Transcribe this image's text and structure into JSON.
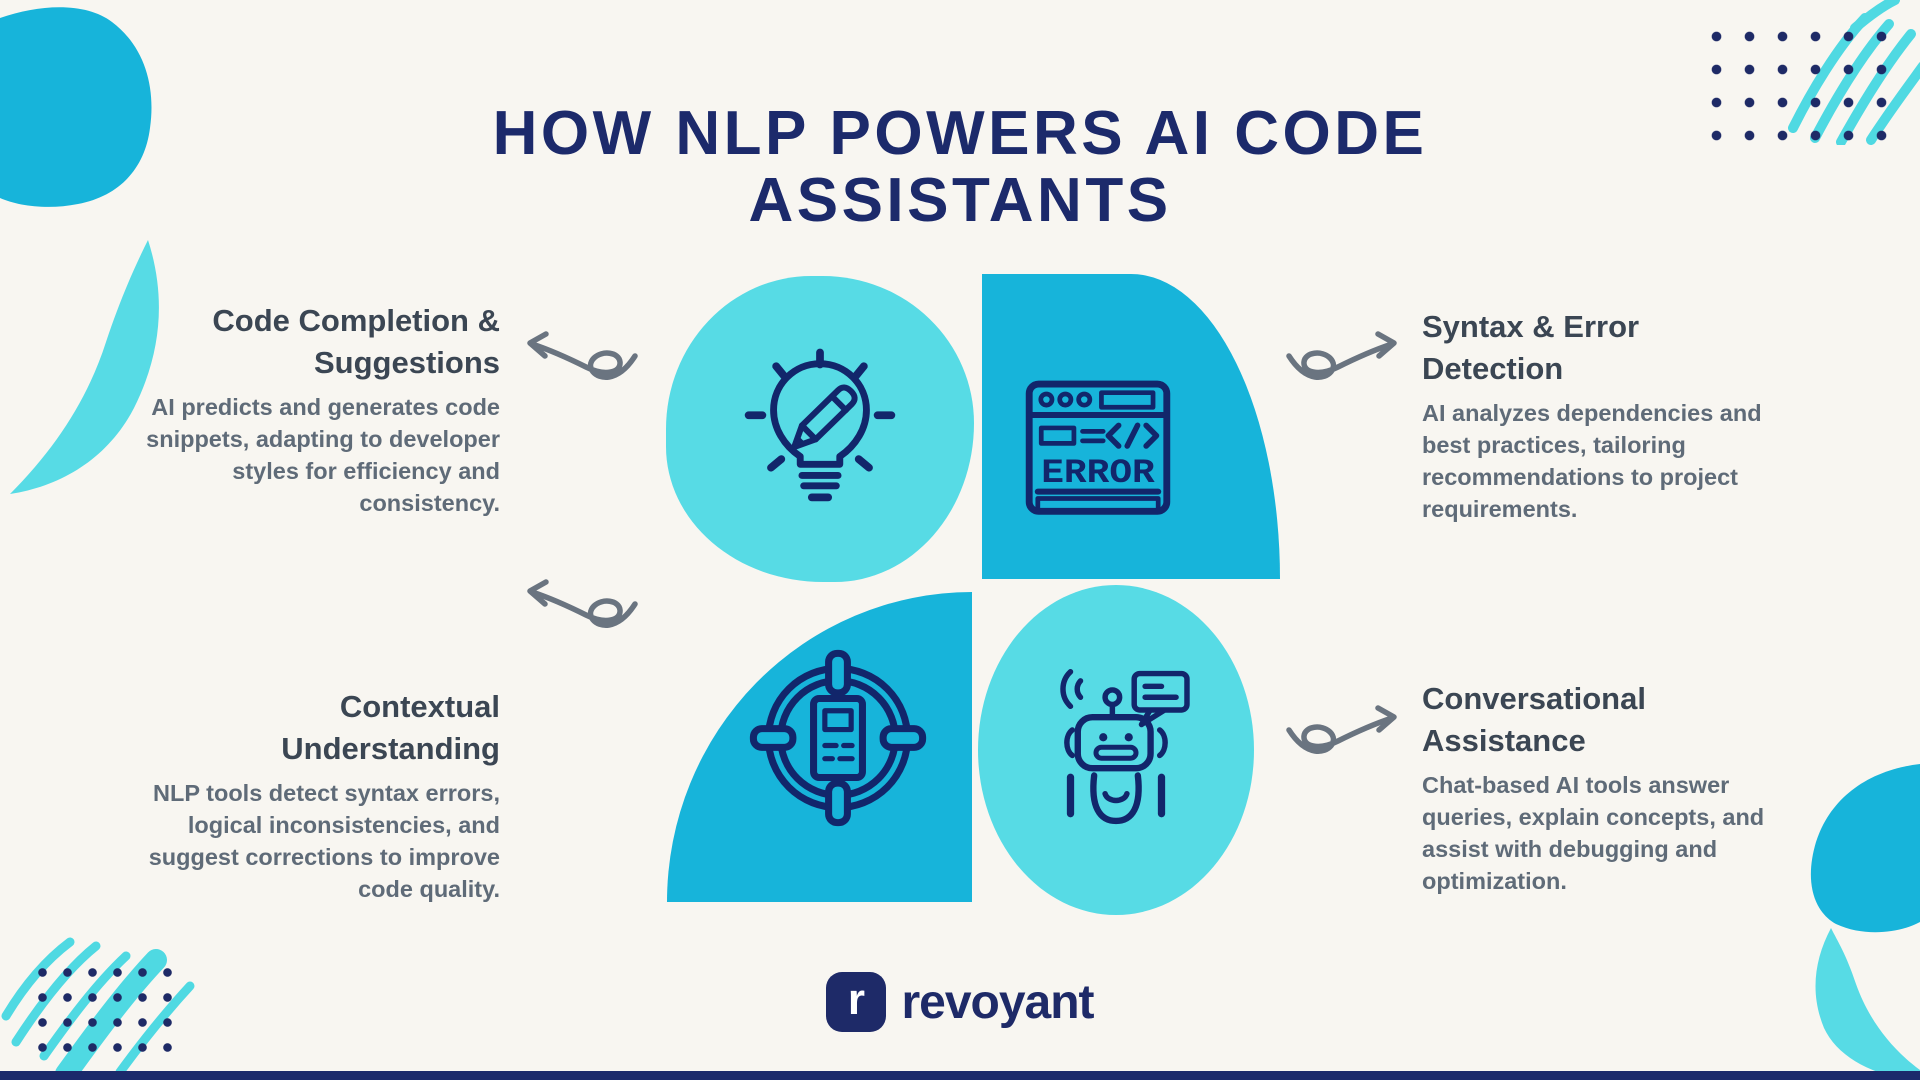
{
  "title": {
    "line1": "HOW NLP POWERS AI CODE",
    "line2": "ASSISTANTS"
  },
  "features": {
    "code_completion": {
      "heading1": "Code Completion &",
      "heading2": "Suggestions",
      "body": "AI predicts and generates code snippets, adapting to developer styles for efficiency and consistency.",
      "icon": "lightbulb-pencil-icon"
    },
    "syntax_error": {
      "heading1": "Syntax & Error",
      "heading2": "Detection",
      "body": "AI analyzes dependencies and best practices, tailoring recommendations to project requirements.",
      "icon": "error-window-icon",
      "icon_label": "ERROR"
    },
    "contextual": {
      "heading1": "Contextual",
      "heading2": "Understanding",
      "body": "NLP tools detect syntax errors, logical inconsistencies, and suggest corrections to improve code quality.",
      "icon": "target-document-icon"
    },
    "conversational": {
      "heading1": "Conversational",
      "heading2": "Assistance",
      "body": "Chat-based AI tools answer queries, explain concepts, and assist with debugging and optimization.",
      "icon": "chatbot-icon"
    }
  },
  "logo": {
    "mark": "r",
    "name": "revoyant"
  },
  "colors": {
    "background": "#f8f6f1",
    "navy": "#1c2a6b",
    "icon_navy": "#12266b",
    "light_teal": "#57dbe5",
    "dark_cyan": "#17b4da",
    "scribble_teal": "#4fd9e2",
    "heading_text": "#3b4653",
    "body_text": "#5f6b78",
    "arrow_gray": "#6a7480"
  }
}
